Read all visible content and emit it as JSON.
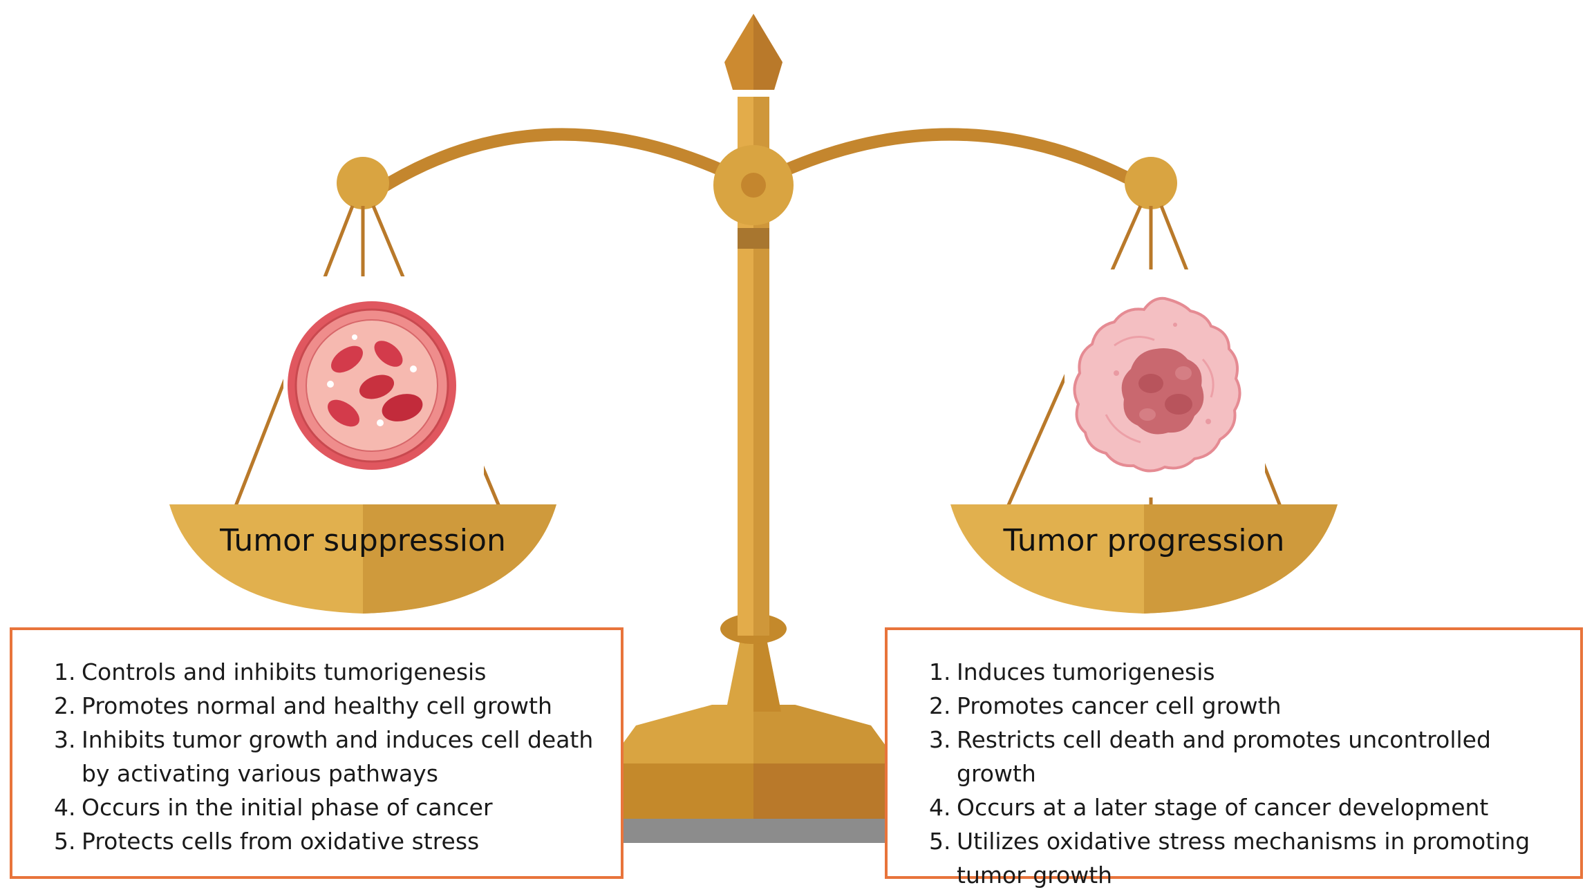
{
  "left_pan": {
    "label": "Tumor suppression",
    "icon": "normal-cell-icon"
  },
  "right_pan": {
    "label": "Tumor progression",
    "icon": "cancer-cell-icon"
  },
  "left_box": {
    "items": [
      {
        "num": "1.",
        "text": "Controls and inhibits tumorigenesis"
      },
      {
        "num": "2.",
        "text": "Promotes normal and healthy cell growth"
      },
      {
        "num": "3.",
        "text": "Inhibits tumor growth and induces cell death by activating various pathways"
      },
      {
        "num": "4.",
        "text": "Occurs in the initial phase of cancer"
      },
      {
        "num": "5.",
        "text": "Protects cells from oxidative stress"
      }
    ]
  },
  "right_box": {
    "items": [
      {
        "num": "1.",
        "text": "Induces tumorigenesis"
      },
      {
        "num": "2.",
        "text": "Promotes cancer cell growth"
      },
      {
        "num": "3.",
        "text": "Restricts cell death and promotes uncontrolled growth"
      },
      {
        "num": "4.",
        "text": "Occurs at a later stage of cancer development"
      },
      {
        "num": "5.",
        "text": "Utilizes oxidative stress mechanisms in promoting tumor growth"
      }
    ]
  },
  "colors": {
    "gold": "#D9A441",
    "gold_dark": "#C4892B",
    "bronze": "#B9792A",
    "box_border": "#E8743B",
    "cell_red": "#E0575F",
    "cancer_pink": "#F0AEB2"
  }
}
